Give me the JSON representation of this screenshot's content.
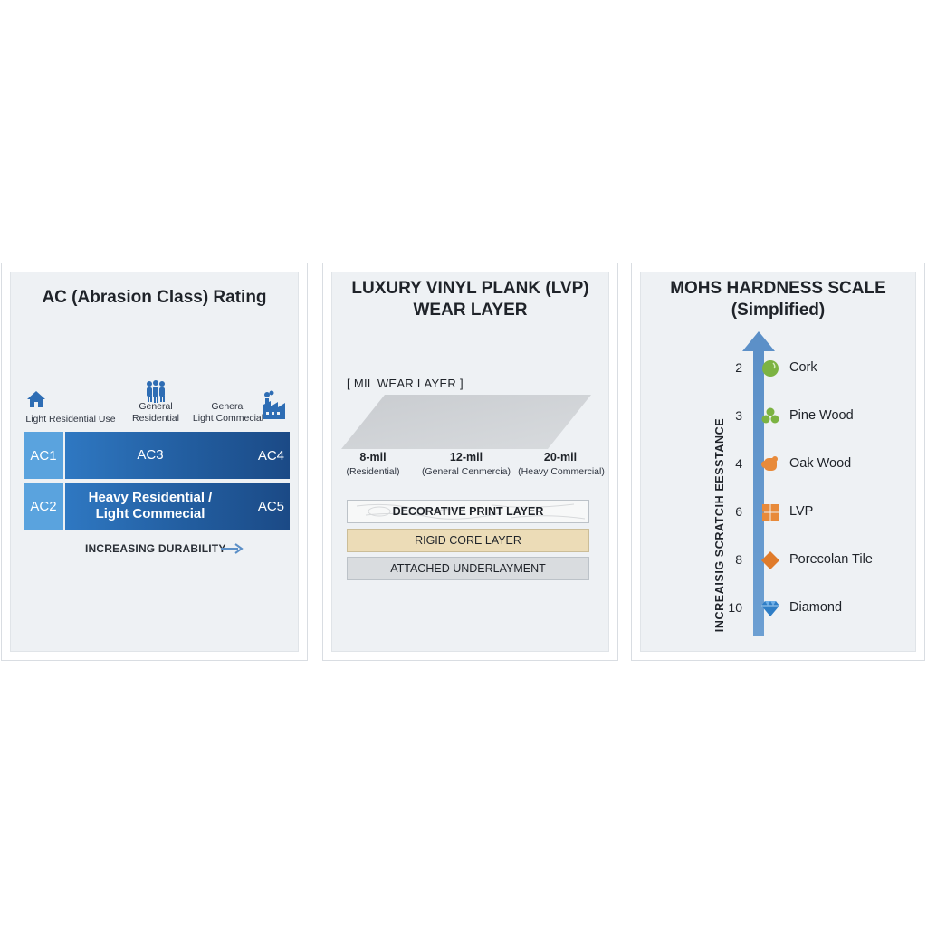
{
  "ac_panel": {
    "title": "AC (Abrasion Class) Rating",
    "uses": [
      {
        "label": "Light Residential Use",
        "icon": "house-icon"
      },
      {
        "label": "General\nResidential",
        "icon": "people-icon"
      },
      {
        "label": "General\nLight Commecial",
        "icon": "factory-icon"
      }
    ],
    "rows": [
      {
        "left": "AC1",
        "middle": "AC3",
        "right": "AC4"
      },
      {
        "left": "AC2",
        "middle": "Heavy Residential /\nLight Commecial",
        "right": "AC5"
      }
    ],
    "durability_label": "INCREASING DURABILITY",
    "colors": {
      "light": "#5aa3de",
      "dark": "#1b4a86",
      "arrow": "#5b8fc7"
    }
  },
  "lvp_panel": {
    "title_line1": "LUXURY VINYL PLANK (LVP)",
    "title_line2": "WEAR LAYER",
    "mil_label": "[ MIL WEAR LAYER ]",
    "thicknesses": [
      {
        "value": "8-mil",
        "sub": "(Residential)"
      },
      {
        "value": "12-mil",
        "sub": "(General Cenmercia)"
      },
      {
        "value": "20-mil",
        "sub": "(Heavy Commercial)"
      }
    ],
    "layers": [
      {
        "label": "DECORATIVE PRINT LAYER"
      },
      {
        "label": "RIGID CORE LAYER"
      },
      {
        "label": "ATTACHED UNDERLAYMENT"
      }
    ]
  },
  "mohs_panel": {
    "title_line1": "MOHS HARDNESS SCALE",
    "title_line2": "(Simplified)",
    "axis_label": "INCREAISIG SCRATCIH EESSTANCE",
    "items": [
      {
        "value": "2",
        "name": "Cork",
        "icon": "circle-icon",
        "color": "#7cb342"
      },
      {
        "value": "3",
        "name": "Pine Wood",
        "icon": "leaves-icon",
        "color": "#7cb342"
      },
      {
        "value": "4",
        "name": "Oak Wood",
        "icon": "wood-icon",
        "color": "#e88a3a"
      },
      {
        "value": "6",
        "name": "LVP",
        "icon": "grid-icon",
        "color": "#e88a3a"
      },
      {
        "value": "8",
        "name": "Porecolan Tile",
        "icon": "diamond-shape-icon",
        "color": "#e07b2a"
      },
      {
        "value": "10",
        "name": "Diamond",
        "icon": "gem-icon",
        "color": "#2f7ec6"
      }
    ],
    "arrow_color": "#5b8fc7"
  }
}
